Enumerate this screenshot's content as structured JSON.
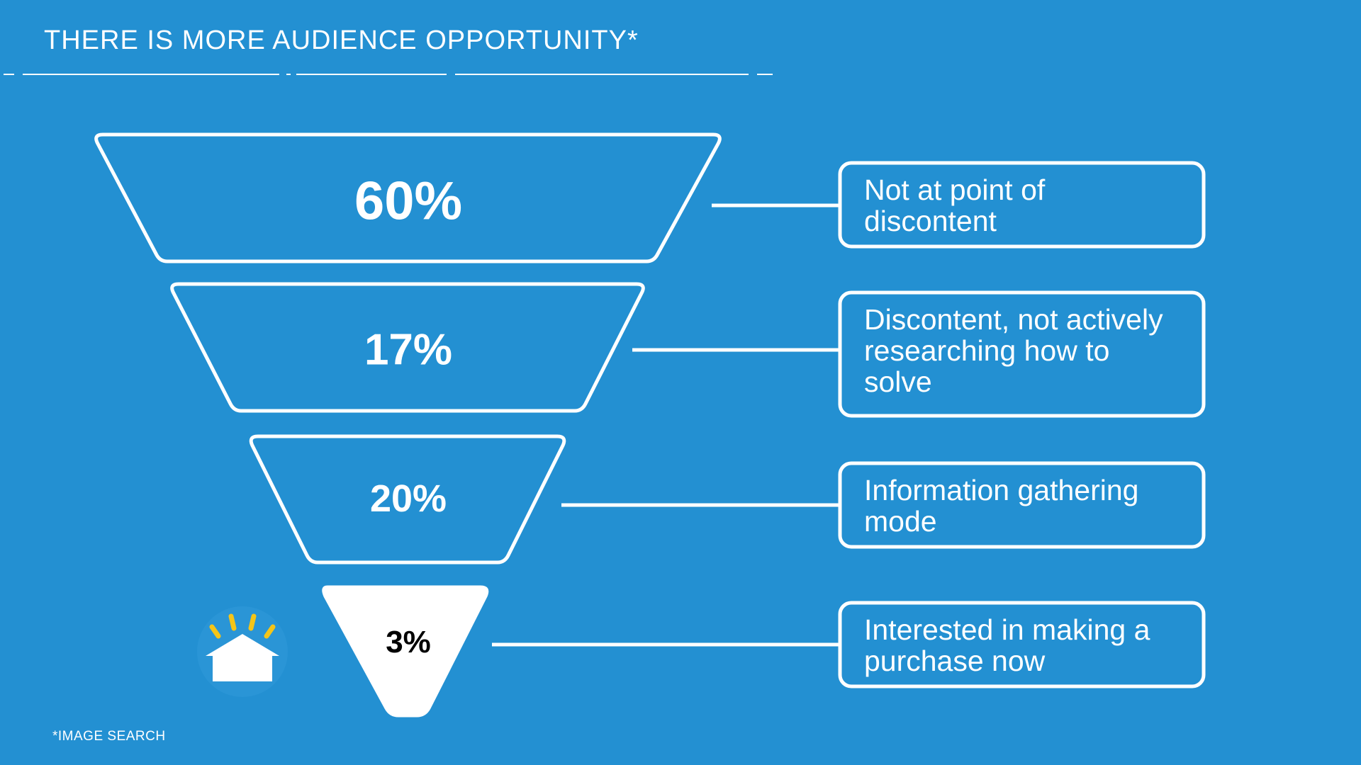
{
  "title": "THERE IS MORE AUDIENCE OPPORTUNITY*",
  "colors": {
    "background": "#2390d2",
    "stroke": "#ffffff",
    "accent": "#f5c518",
    "bottom_text": "#000000"
  },
  "funnel": [
    {
      "value": "60%",
      "label": "Not at point of discontent"
    },
    {
      "value": "17%",
      "label": "Discontent, not actively researching how to solve"
    },
    {
      "value": "20%",
      "label": "Information gathering mode"
    },
    {
      "value": "3%",
      "label": "Interested in making a purchase now"
    }
  ],
  "icon": "house-with-spark-icon",
  "footnote": "*IMAGE SEARCH"
}
